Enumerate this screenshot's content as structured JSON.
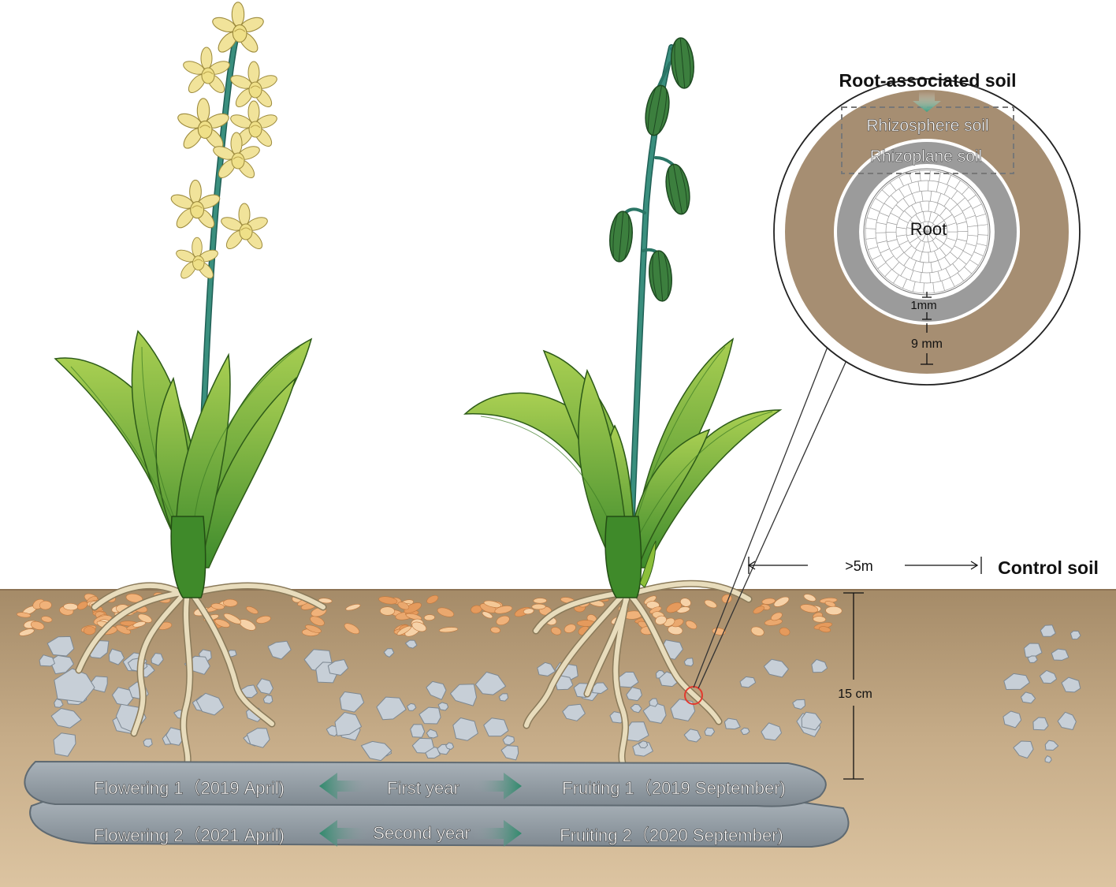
{
  "zoom_panel": {
    "title": "Root-associated soil",
    "rhizosphere_label": "Rhizosphere soil",
    "rhizoplane_label": "Rhizoplane soil",
    "root_label": "Root",
    "inner_thickness": "1mm",
    "outer_thickness": "9 mm"
  },
  "distance_label": ">5m",
  "control_label": "Control soil",
  "depth_label": "15 cm",
  "timeline": {
    "row1": {
      "left": "Flowering 1（2019 April)",
      "middle": "First year",
      "right": "Fruiting 1（2019 September)"
    },
    "row2": {
      "left": "Flowering 2（2021 April)",
      "middle": "Second year",
      "right": "Fruiting 2（2020 September)"
    }
  },
  "colors": {
    "soil_top": "#ab9370",
    "soil_bottom": "#dbc3a0",
    "leaf": "#8cbf3a",
    "leaf_dark": "#3f8a2a",
    "stem": "#2f7d6a",
    "flower": "#f1e39a",
    "pod": "#3c7f3e",
    "rock_bar": "#9aa3aa",
    "arrow_teal": "#3f8f7a",
    "pebble": "#c9d0d8",
    "mulch": "#e9a66a"
  }
}
